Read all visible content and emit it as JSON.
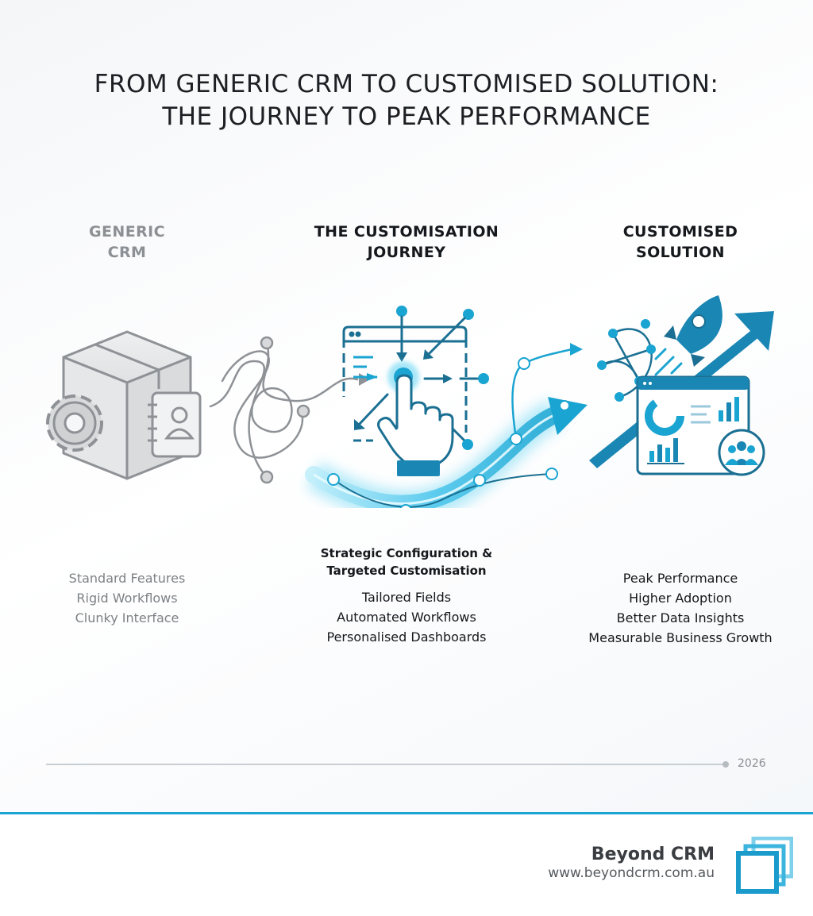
{
  "title": {
    "line1": "FROM GENERIC CRM TO CUSTOMISED SOLUTION:",
    "line2": "THE JOURNEY TO PEAK PERFORMANCE"
  },
  "columns": {
    "left": {
      "heading_line1": "GENERIC",
      "heading_line2": "CRM",
      "items": [
        "Standard Features",
        "Rigid Workflows",
        "Clunky Interface"
      ]
    },
    "middle": {
      "heading_line1": "THE CUSTOMISATION",
      "heading_line2": "JOURNEY",
      "subheading_line1": "Strategic Configuration &",
      "subheading_line2": "Targeted Customisation",
      "items": [
        "Tailored Fields",
        "Automated Workflows",
        "Personalised Dashboards"
      ]
    },
    "right": {
      "heading_line1": "CUSTOMISED",
      "heading_line2": "SOLUTION",
      "items": [
        "Peak Performance",
        "Higher Adoption",
        "Better Data Insights",
        "Measurable Business Growth"
      ]
    }
  },
  "timeline": {
    "year": "2026"
  },
  "footer": {
    "brand": "Beyond CRM",
    "url": "www.beyondcrm.com.au"
  },
  "icons": {
    "left": [
      "box-icon",
      "gear-icon",
      "contact-card-icon",
      "tangled-path-icon"
    ],
    "middle": [
      "browser-window-icon",
      "pointing-hand-icon",
      "network-arrows-icon"
    ],
    "right": [
      "rocket-icon",
      "network-globe-icon",
      "dashboard-icon",
      "team-icon",
      "growth-arrow-icon"
    ]
  },
  "colors": {
    "accent": "#1aa4d1",
    "accent_dark": "#1a7fa8",
    "glow": "#5fd3f3",
    "grey_icon": "#8e9296",
    "text_dark": "#15181c",
    "text_grey": "#7d8185"
  }
}
